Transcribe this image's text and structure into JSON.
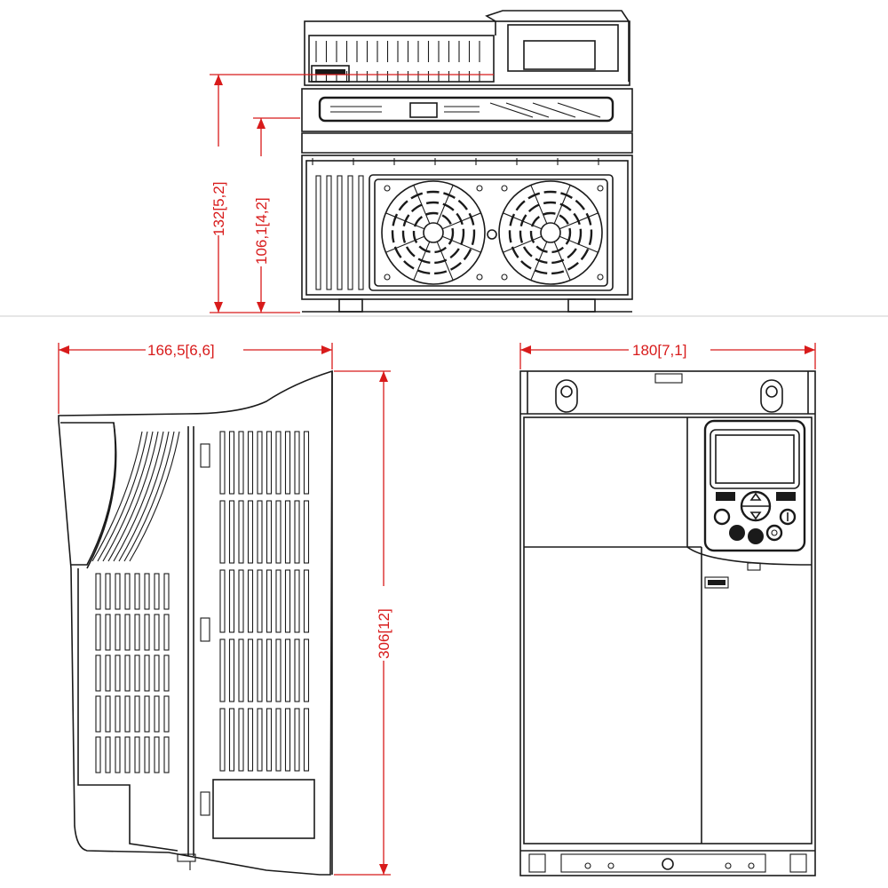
{
  "dimensions": {
    "top_height_overall": "132[5,2]",
    "top_height_body": "106,1[4,2]",
    "side_depth": "166,5[6,6]",
    "side_height": "306[12]",
    "front_width": "180[7,1]"
  },
  "colors": {
    "outline": "#1a1a1a",
    "dimension": "#d81b1b",
    "background": "#ffffff"
  }
}
